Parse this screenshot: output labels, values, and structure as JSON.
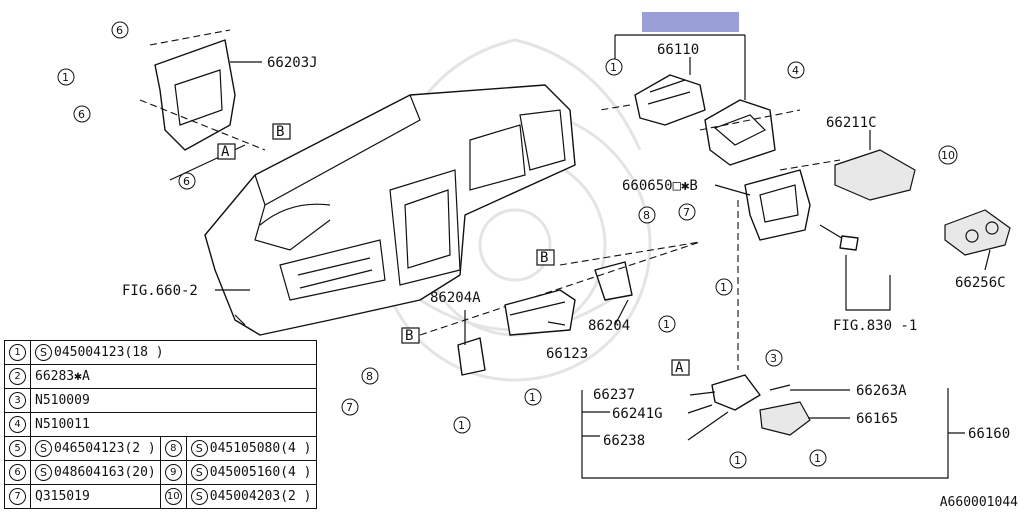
{
  "highlight_color": "#9b9fd8",
  "figure_id": "A660001044",
  "callouts": {
    "p66203J": "66203J",
    "p66110": "66110",
    "p66211C": "66211C",
    "p660650B": "660650□✱B",
    "p66256C": "66256C",
    "fig660": "FIG.660-2",
    "fig830": "FIG.830 -1",
    "p86204A": "86204A",
    "p86204": "86204",
    "p66123": "66123",
    "p66237": "66237",
    "p66241G": "66241G",
    "p66238": "66238",
    "p66263A": "66263A",
    "p66165": "66165",
    "p66160": "66160"
  },
  "ref_boxes": {
    "a": "A",
    "b": "B"
  },
  "bubbles": [
    "1",
    "4",
    "6",
    "7",
    "8",
    "10",
    "3"
  ],
  "legend": {
    "rows": [
      [
        {
          "n": "1",
          "s": true,
          "text": "045004123(18 )"
        },
        null
      ],
      [
        {
          "n": "2",
          "s": false,
          "text": "66283✱A"
        },
        null
      ],
      [
        {
          "n": "3",
          "s": false,
          "text": "N510009"
        },
        null
      ],
      [
        {
          "n": "4",
          "s": false,
          "text": "N510011"
        },
        null
      ],
      [
        {
          "n": "5",
          "s": true,
          "text": "046504123(2 )"
        },
        {
          "n": "8",
          "s": true,
          "text": "045105080(4 )"
        }
      ],
      [
        {
          "n": "6",
          "s": true,
          "text": "048604163(20)"
        },
        {
          "n": "9",
          "s": true,
          "text": "045005160(4 )"
        }
      ],
      [
        {
          "n": "7",
          "s": false,
          "text": "Q315019"
        },
        {
          "n": "10",
          "s": true,
          "text": "045004203(2 )"
        }
      ]
    ]
  }
}
